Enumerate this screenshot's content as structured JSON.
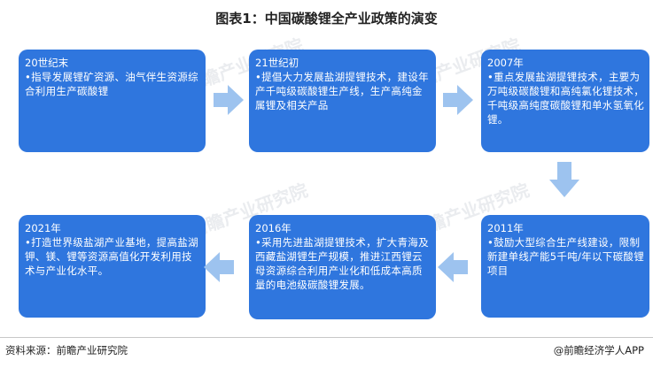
{
  "title": "图表1：中国碳酸锂全产业政策的演变",
  "watermark_text": "前瞻产业研究院",
  "nodes": [
    {
      "year": "20世纪末",
      "text": "•指导发展锂矿资源、油气伴生资源综合利用生产碳酸锂"
    },
    {
      "year": "21世纪初",
      "text": "•提倡大力发展盐湖提锂技术，建设年产千吨级碳酸锂生产线，生产高纯金属锂及相关产品"
    },
    {
      "year": "2007年",
      "text": "•重点发展盐湖提锂技术，主要为万吨级碳酸锂和高纯氯化锂技术，千吨级高纯度碳酸锂和单水氢氧化锂。"
    },
    {
      "year": "2011年",
      "text": "•鼓励大型综合生产线建设，限制新建单线产能5千吨/年以下碳酸锂项目"
    },
    {
      "year": "2016年",
      "text": "•采用先进盐湖提锂技术，扩大青海及西藏盐湖锂生产规模，推进江西锂云母资源综合利用产业化和低成本高质量的电池级碳酸锂发展。"
    },
    {
      "year": "2021年",
      "text": "•打造世界级盐湖产业基地，提高盐湖钾、镁、锂等资源高值化开发利用技术与产业化水平。"
    }
  ],
  "footer": {
    "source": "资料来源：前瞻产业研究院",
    "brand": "@前瞻经济学人APP"
  },
  "colors": {
    "card": "#2f76de",
    "arrow": "#9dc3ef"
  }
}
